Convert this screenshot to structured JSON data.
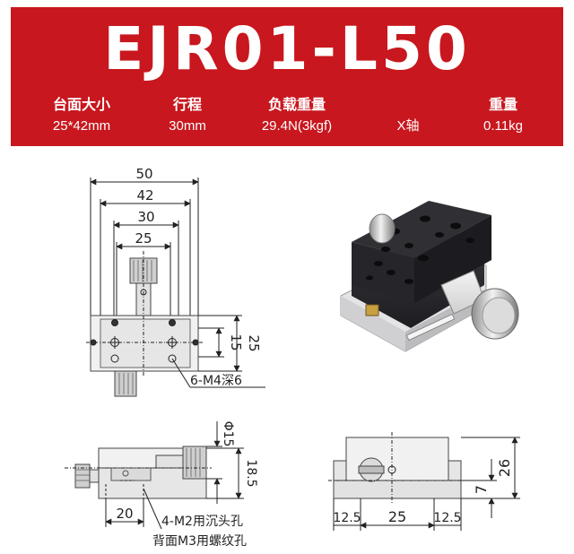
{
  "title": "EJR01-L50",
  "specs": [
    {
      "label": "台面大小",
      "value": "25*42mm"
    },
    {
      "label": "行程",
      "value": "30mm"
    },
    {
      "label": "负载重量",
      "value": "29.4N(3kgf)"
    },
    {
      "label": "",
      "value": "X轴"
    },
    {
      "label": "重量",
      "value": "0.11kg"
    }
  ],
  "top_view": {
    "dim_50": "50",
    "dim_42": "42",
    "dim_30": "30",
    "dim_25": "25",
    "dim_15": "15",
    "dim_25_right": "25",
    "callout": "6-M4深6"
  },
  "side_view": {
    "dim_phi15": "Φ15",
    "dim_18_5": "18.5",
    "dim_20": "20",
    "callout_line1": "4-M2用沉头孔",
    "callout_line2": "背面M3用螺纹孔"
  },
  "end_view": {
    "dim_26": "26",
    "dim_7": "7",
    "dim_12_5_left": "12.5",
    "dim_25": "25",
    "dim_12_5_right": "12.5"
  },
  "colors": {
    "banner": "#c8171e",
    "stage": "#2a2a2e",
    "knob": "#c9c9c9"
  }
}
